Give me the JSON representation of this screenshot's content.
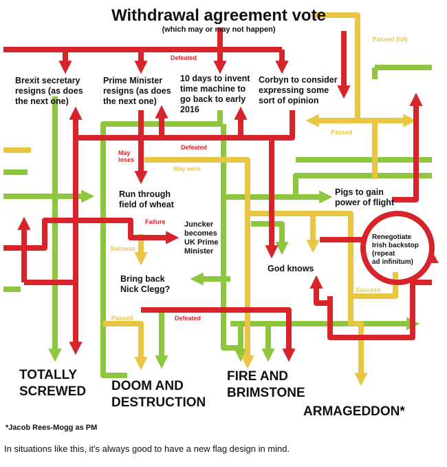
{
  "colors": {
    "red": "#d7242b",
    "green": "#8ec63f",
    "yellow": "#e9c544",
    "text": "#111111",
    "background": "#ffffff"
  },
  "title": "Withdrawal agreement vote",
  "subtitle": "(which may or may not happen)",
  "nodes": {
    "brexit_secretary": [
      "Brexit secretary",
      "resigns (as does",
      "the next one)"
    ],
    "prime_minister": [
      "Prime Minister",
      "resigns (as does",
      "the next one)"
    ],
    "time_machine": [
      "10 days to invent",
      "time machine to",
      "go back to early",
      "2016"
    ],
    "corbyn": [
      "Corbyn to consider",
      "expressing some",
      "sort of opinion"
    ],
    "wheat": [
      "Run through",
      "field of wheat"
    ],
    "pigs": [
      "Pigs to gain",
      "power of flight"
    ],
    "juncker": [
      "Juncker",
      "becomes",
      "UK Prime",
      "Minister"
    ],
    "renegotiate": [
      "Renegotiate",
      "Irish backstop",
      "(repeat",
      "ad infinitum)"
    ],
    "god_knows": [
      "God knows"
    ],
    "clegg": [
      "Bring back",
      "Nick Clegg?"
    ]
  },
  "edge_labels": {
    "defeated_top": "Defeated",
    "passed_lol": "Passed (lol)",
    "passed_right": "Passed",
    "defeated_mid": "Defeated",
    "may_loses": [
      "May",
      "loses"
    ],
    "may_wins": "May wins",
    "failure": "Failure",
    "success_left": "Success",
    "success_right": "Success",
    "passed_bottom": "Passed",
    "defeated_bottom": "Defeated"
  },
  "outcomes": {
    "totally_screwed": [
      "TOTALLY",
      "SCREWED"
    ],
    "doom": [
      "DOOM AND",
      "DESTRUCTION"
    ],
    "fire": [
      "FIRE AND",
      "BRIMSTONE"
    ],
    "armageddon": [
      "ARMAGEDDON*"
    ]
  },
  "footnote": "*Jacob Rees-Mogg as PM",
  "caption": "In situations like this, it's always good to have a new flag design in mind."
}
